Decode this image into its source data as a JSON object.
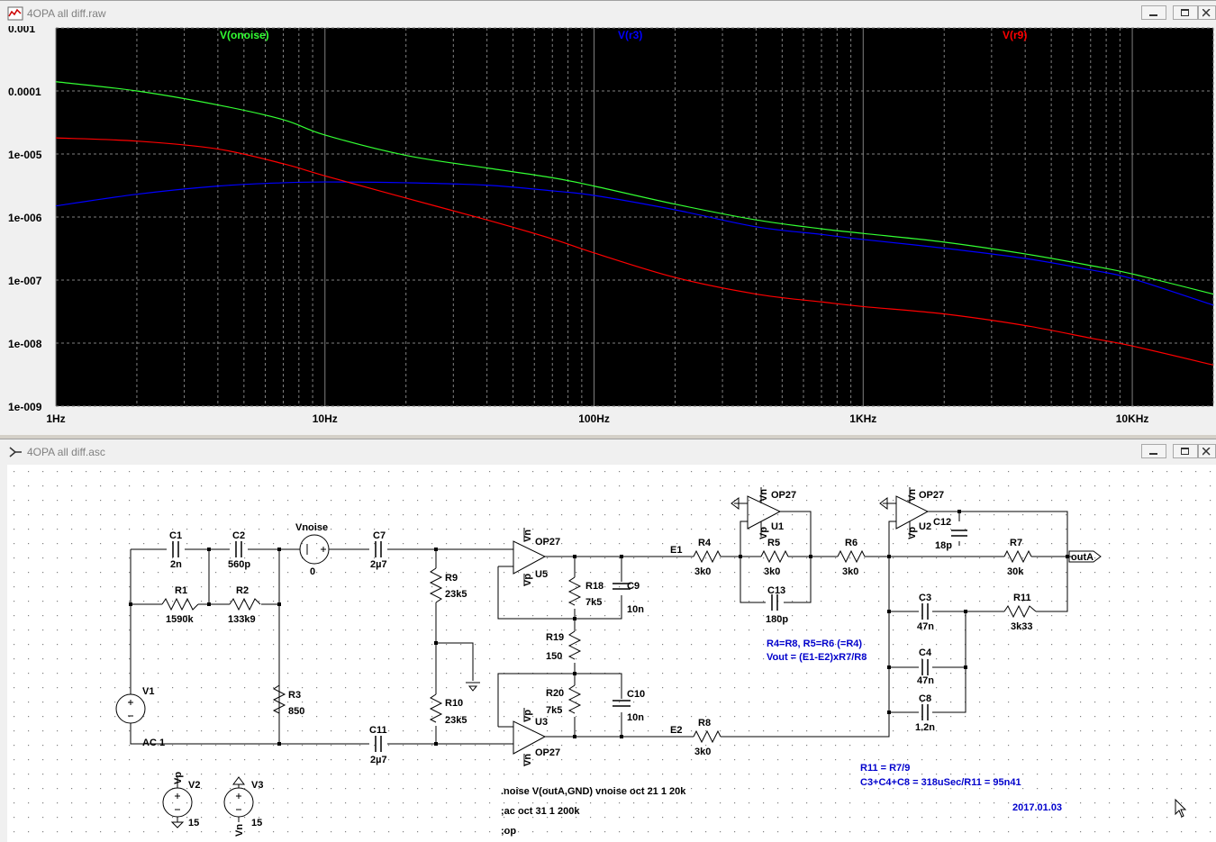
{
  "plot_window": {
    "title": "4OPA all diff.raw",
    "icon": "waveform-icon"
  },
  "schematic_window": {
    "title": "4OPA all diff.asc",
    "icon": "schematic-icon"
  },
  "window_buttons": {
    "minimize": "minimize-icon",
    "maximize": "maximize-icon",
    "close": "close-icon"
  },
  "colors": {
    "green": "#33ff33",
    "blue": "#0000ff",
    "red": "#ff0000",
    "grid": "#808080",
    "plot_bg": "#000000",
    "schematic_bg": "#ffffff",
    "annotation": "#0000cc"
  },
  "chart_data": {
    "type": "line",
    "xscale": "log",
    "yscale": "log",
    "xlim": [
      1,
      20000
    ],
    "ylim": [
      1e-09,
      0.001
    ],
    "grid": true,
    "xticks": [
      "1Hz",
      "10Hz",
      "100Hz",
      "1KHz",
      "10KHz"
    ],
    "yticks": [
      "0.001",
      "0.0001",
      "1e-005",
      "1e-006",
      "1e-007",
      "1e-008",
      "1e-009"
    ],
    "series": [
      {
        "name": "V(onoise)",
        "color": "#33ff33",
        "x": [
          1,
          2,
          4,
          7,
          10,
          20,
          40,
          70,
          100,
          200,
          400,
          700,
          1000,
          2000,
          4000,
          7000,
          10000,
          20000
        ],
        "y": [
          0.00014,
          0.0001,
          6e-05,
          3.5e-05,
          2e-05,
          9.5e-06,
          6e-06,
          4.2e-06,
          3.1e-06,
          1.6e-06,
          9e-07,
          6.5e-07,
          5.5e-07,
          4e-07,
          2.6e-07,
          1.7e-07,
          1.25e-07,
          6e-08
        ]
      },
      {
        "name": "V(r3)",
        "color": "#0000ff",
        "x": [
          1,
          2,
          4,
          7,
          10,
          20,
          40,
          70,
          100,
          200,
          400,
          700,
          1000,
          2000,
          4000,
          7000,
          10000,
          20000
        ],
        "y": [
          1.5e-06,
          2.3e-06,
          3.1e-06,
          3.5e-06,
          3.6e-06,
          3.5e-06,
          3.2e-06,
          2.6e-06,
          2.2e-06,
          1.3e-06,
          7e-07,
          5.3e-07,
          4.4e-07,
          3.2e-07,
          2.2e-07,
          1.45e-07,
          1.05e-07,
          4e-08
        ]
      },
      {
        "name": "V(r9)",
        "color": "#ff0000",
        "x": [
          1,
          2,
          4,
          7,
          10,
          20,
          40,
          70,
          100,
          200,
          400,
          700,
          1000,
          2000,
          4000,
          7000,
          10000,
          20000
        ],
        "y": [
          1.8e-05,
          1.6e-05,
          1.2e-05,
          7e-06,
          4.5e-06,
          2e-06,
          9e-07,
          4.5e-07,
          2.7e-07,
          1.1e-07,
          6e-08,
          4.5e-08,
          3.8e-08,
          2.9e-08,
          1.9e-08,
          1.2e-08,
          9e-09,
          4.5e-09
        ]
      }
    ]
  },
  "schematic": {
    "labels": {
      "C1": "C1",
      "C1v": "2n",
      "C2": "C2",
      "C2v": "560p",
      "R1": "R1",
      "R1v": "1590k",
      "R2": "R2",
      "R2v": "133k9",
      "Vnoise": "Vnoise",
      "Vnoisev": "0",
      "C7": "C7",
      "C7v": "2µ7",
      "R9": "R9",
      "R9v": "23k5",
      "R10": "R10",
      "R10v": "23k5",
      "R3": "R3",
      "R3v": "850",
      "V1": "V1",
      "AC1": "AC 1",
      "C11": "C11",
      "C11v": "2µ7",
      "U5op": "OP27",
      "U5": "U5",
      "U3op": "OP27",
      "U3": "U3",
      "R18": "R18",
      "R18v": "7k5",
      "R19": "R19",
      "R19v": "150",
      "R20": "R20",
      "R20v": "7k5",
      "C9": "C9",
      "C9v": "10n",
      "C10": "C10",
      "C10v": "10n",
      "E1": "E1",
      "E2": "E2",
      "R4": "R4",
      "R4v": "3k0",
      "R8": "R8",
      "R8v": "3k0",
      "U1op": "OP27",
      "U1": "U1",
      "R5": "R5",
      "R5v": "3k0",
      "C13": "C13",
      "C13v": "180p",
      "R6": "R6",
      "R6v": "3k0",
      "U2op": "OP27",
      "U2": "U2",
      "C12": "C12",
      "C12v": "18p",
      "R7": "R7",
      "R7v": "30k",
      "outA": "outA",
      "C3": "C3",
      "C3v": "47n",
      "C4": "C4",
      "C4v": "47n",
      "C8": "C8",
      "C8v": "1.2n",
      "R11": "R11",
      "R11v": "3k33",
      "V2": "V2",
      "V2v": "15",
      "V3": "V3",
      "V3v": "15",
      "Vp": "Vp",
      "Vn": "Vn"
    },
    "notes": {
      "eq1": "R4=R8, R5=R6 (=R4)",
      "eq2": "Vout = (E1-E2)xR7/R8",
      "eq3": "R11 = R7/9",
      "eq4": "C3+C4+C8 = 318uSec/R11 = 95n41",
      "date": "2017.01.03",
      "cmd1": ".noise V(outA,GND) vnoise oct 21 1 20k",
      "cmd2": ";ac oct 31 1 200k",
      "cmd3": ";op"
    }
  }
}
